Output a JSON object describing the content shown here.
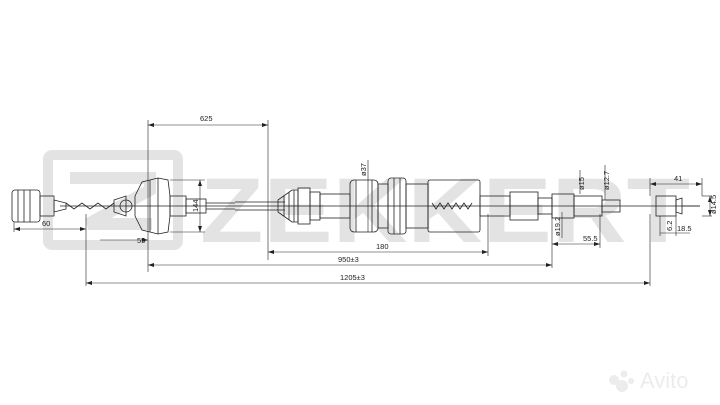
{
  "watermark": {
    "brand": "ZEKKERT"
  },
  "dimensions": {
    "d625": "625",
    "d60": "60",
    "d55": "55",
    "d144": "144",
    "d37": "ø37",
    "d180": "180",
    "d950": "950±3",
    "d1205": "1205±3",
    "d15": "ø15",
    "d127": "ø12.7",
    "d192": "ø19.2",
    "d555": "55.5",
    "d41": "41",
    "d145": "ø14.5",
    "d62": "6.2",
    "d185": "18.5"
  },
  "corner_watermark": {
    "text": "Avito"
  },
  "colors": {
    "line": "#222222",
    "watermark": "#e3e3e3"
  }
}
